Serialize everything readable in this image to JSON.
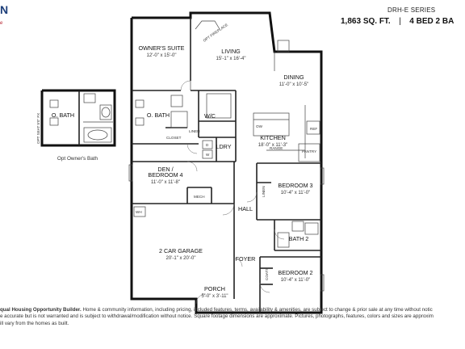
{
  "header": {
    "brand_logo": "N",
    "brand_tagline": "e",
    "series": "DRH-E SERIES",
    "sqft": "1,863",
    "sqft_unit": "SQ. FT.",
    "beds": "4",
    "beds_unit": "BED",
    "baths": "2",
    "baths_unit": "BA"
  },
  "rooms": {
    "owners_suite": {
      "name": "OWNER'S SUITE",
      "dims": "12'-0\" x 15'-0\""
    },
    "living": {
      "name": "LIVING",
      "dims": "15'-1\" x 16'-4\""
    },
    "dining": {
      "name": "DINING",
      "dims": "11'-0\" x 10'-5\""
    },
    "obath": {
      "name": "O. BATH"
    },
    "wic": {
      "name": "W/C"
    },
    "kitchen": {
      "name": "KITCHEN",
      "dims": "18'-0\" x 11'-3\""
    },
    "laundry": {
      "name": "LDRY"
    },
    "den": {
      "name": "DEN /",
      "name2": "BEDROOM 4",
      "dims": "11'-0\" x 11'-8\""
    },
    "bedroom3": {
      "name": "BEDROOM 3",
      "dims": "10'-4\" x 11'-0\""
    },
    "hall": {
      "name": "HALL"
    },
    "garage": {
      "name": "2 CAR GARAGE",
      "dims": "20'-1\" x 20'-0\""
    },
    "bath2": {
      "name": "BATH 2"
    },
    "foyer": {
      "name": "FOYER"
    },
    "bedroom2": {
      "name": "BEDROOM 2",
      "dims": "10'-4\" x 11'-0\""
    },
    "porch": {
      "name": "PORCH",
      "dims": "5'-0\" x 3'-11\""
    }
  },
  "small_labels": {
    "fireplace": "OPT FIREPLACE",
    "closet": "CLOSET",
    "linen": "LINEN",
    "mech": "MECH",
    "wh": "WH",
    "ow": "OW",
    "ref": "REF",
    "range": "RANGE",
    "pantry": "PANTRY",
    "linen_hall": "LINEN",
    "coats": "COATS",
    "d": "D",
    "w": "W",
    "opt_seat": "OPT SEAT 5'0\" FX"
  },
  "optional": {
    "bath_label": "O. BATH",
    "caption": "Opt Owner's Bath"
  },
  "disclaimer": {
    "line1_bold": "qual Housing Opportunity Builder.",
    "line1": " Home & community information, including pricing, included features, terms, availability & amenities, are subject to change & prior sale at any time without notic",
    "line2": "e accurate but is not warranted and is subject to withdrawal/modification without notice. Square footage dimensions are approximate. Pictures, photographs, features, colors and sizes are approxim",
    "line3": "ill vary from the homes as built."
  }
}
